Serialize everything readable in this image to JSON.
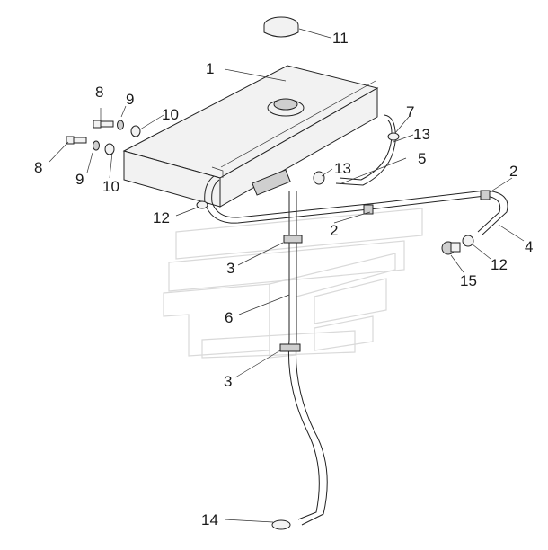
{
  "callouts": [
    {
      "id": "c1",
      "text": "1"
    },
    {
      "id": "c2a",
      "text": "2"
    },
    {
      "id": "c2b",
      "text": "2"
    },
    {
      "id": "c3a",
      "text": "3"
    },
    {
      "id": "c3b",
      "text": "3"
    },
    {
      "id": "c4",
      "text": "4"
    },
    {
      "id": "c5",
      "text": "5"
    },
    {
      "id": "c6",
      "text": "6"
    },
    {
      "id": "c7",
      "text": "7"
    },
    {
      "id": "c8a",
      "text": "8"
    },
    {
      "id": "c8b",
      "text": "8"
    },
    {
      "id": "c9a",
      "text": "9"
    },
    {
      "id": "c9b",
      "text": "9"
    },
    {
      "id": "c10a",
      "text": "10"
    },
    {
      "id": "c10b",
      "text": "10"
    },
    {
      "id": "c11",
      "text": "11"
    },
    {
      "id": "c12a",
      "text": "12"
    },
    {
      "id": "c12b",
      "text": "12"
    },
    {
      "id": "c13a",
      "text": "13"
    },
    {
      "id": "c13b",
      "text": "13"
    },
    {
      "id": "c14",
      "text": "14"
    },
    {
      "id": "c15",
      "text": "15"
    }
  ],
  "colors": {
    "ink": "#222222",
    "watermark": "#d9d9d9"
  }
}
